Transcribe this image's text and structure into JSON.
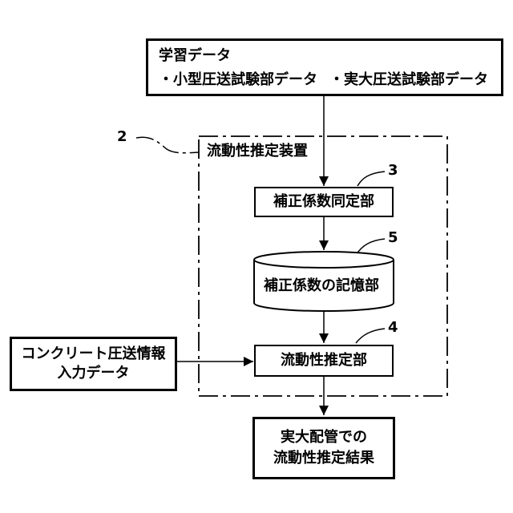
{
  "learning_data": {
    "title": "学習データ",
    "item_small": "・小型圧送試験部データ",
    "item_full": "・実大圧送試験部データ"
  },
  "device": {
    "ref": "2",
    "label": "流動性推定装置"
  },
  "coef_identification": {
    "ref": "3",
    "label": "補正係数同定部"
  },
  "coef_storage": {
    "ref": "5",
    "label": "補正係数の記憶部"
  },
  "estimation": {
    "ref": "4",
    "label": "流動性推定部"
  },
  "concrete_input": {
    "line1": "コンクリート圧送情報",
    "line2": "入力データ"
  },
  "result": {
    "line1": "実大配管での",
    "line2": "流動性推定結果"
  }
}
